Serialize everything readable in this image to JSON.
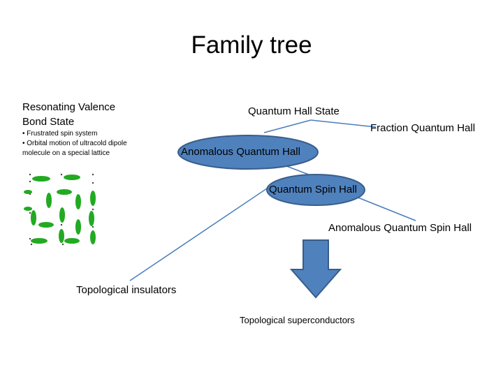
{
  "title": "Family tree",
  "rvb": {
    "heading_line1": "Resonating Valence",
    "heading_line2": "Bond State",
    "bullets": [
      "• Frustrated spin system",
      "• Orbital motion of ultracold dipole",
      "molecule on a special lattice"
    ]
  },
  "nodes": {
    "quantum_hall_state": "Quantum Hall State",
    "fraction_quantum_hall": "Fraction Quantum Hall",
    "anomalous_quantum_hall": "Anomalous Quantum Hall",
    "quantum_spin_hall": "Quantum Spin Hall",
    "anomalous_quantum_spin_hall": "Anomalous Quantum Spin Hall",
    "topological_insulators": "Topological insulators",
    "topological_superconductors": "Topological superconductors"
  },
  "colors": {
    "ellipse_fill": "#4f81bd",
    "ellipse_stroke": "#385d8a",
    "line": "#4a7ebb",
    "lattice_dimer": "#22aa22",
    "lattice_dots": "#444444"
  }
}
